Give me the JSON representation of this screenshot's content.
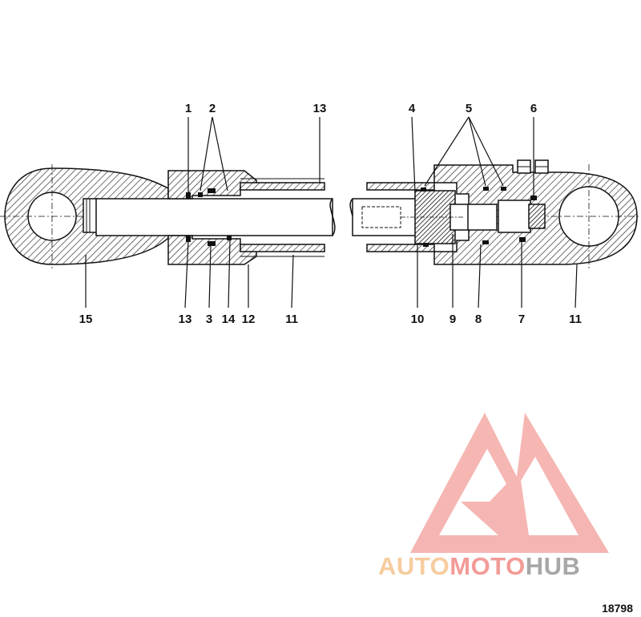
{
  "callouts": {
    "c1": "1",
    "c2": "2",
    "c13a": "13",
    "c4": "4",
    "c5": "5",
    "c6": "6",
    "c15": "15",
    "c13b": "13",
    "c3": "3",
    "c14": "14",
    "c12": "12",
    "c11a": "11",
    "c10": "10",
    "c9": "9",
    "c8": "8",
    "c7": "7",
    "c11b": "11"
  },
  "figure_number": "18798",
  "watermark": {
    "auto": "AUTO",
    "moto": "MOTO",
    "hub": "HUB"
  },
  "colors": {
    "ink": "#111111",
    "wm_red": "#f08a86",
    "wm_orange": "#f5c48e",
    "wm_gray": "#9a9a9a"
  }
}
